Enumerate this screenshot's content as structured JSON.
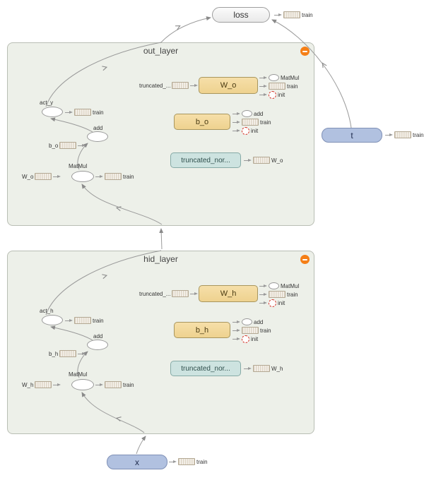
{
  "loss_node": {
    "label": "loss",
    "output_label": "train"
  },
  "t_node": {
    "label": "t",
    "output_label": "train"
  },
  "x_node": {
    "label": "x",
    "output_label": "train"
  },
  "layers": [
    {
      "title": "out_layer",
      "weight": {
        "label": "W_o",
        "input_label": "truncated_...",
        "out_matmul": "MatMul",
        "out_train": "train",
        "out_init": "init"
      },
      "bias": {
        "label": "b_o",
        "out_add": "add",
        "out_train": "train",
        "out_init": "init"
      },
      "trunc": {
        "label": "truncated_nor...",
        "out_ref": "W_o"
      },
      "act": {
        "label": "act_y",
        "out_train": "train"
      },
      "add_op": {
        "label": "add",
        "in_ref": "b_o"
      },
      "matmul_op": {
        "label": "MatMul",
        "in_ref": "W_o",
        "out_train": "train"
      }
    },
    {
      "title": "hid_layer",
      "weight": {
        "label": "W_h",
        "input_label": "truncated_...",
        "out_matmul": "MatMul",
        "out_train": "train",
        "out_init": "init"
      },
      "bias": {
        "label": "b_h",
        "out_add": "add",
        "out_train": "train",
        "out_init": "init"
      },
      "trunc": {
        "label": "truncated_nor...",
        "out_ref": "W_h"
      },
      "act": {
        "label": "act_h",
        "out_train": "train"
      },
      "add_op": {
        "label": "add",
        "in_ref": "b_h"
      },
      "matmul_op": {
        "label": "MatMul",
        "in_ref": "W_h",
        "out_train": "train"
      }
    }
  ],
  "colors": {
    "namespace_fill": "#edf0e9",
    "op_node_fill": "#f2d79c",
    "trunc_node_fill": "#cde3e0",
    "io_node_fill": "#b1c1e0",
    "loss_node_fill": "#f0f0f0",
    "init_dashed": "#d4372c",
    "edge": "#9a9a9a",
    "collapse_button": "#f57f17"
  }
}
